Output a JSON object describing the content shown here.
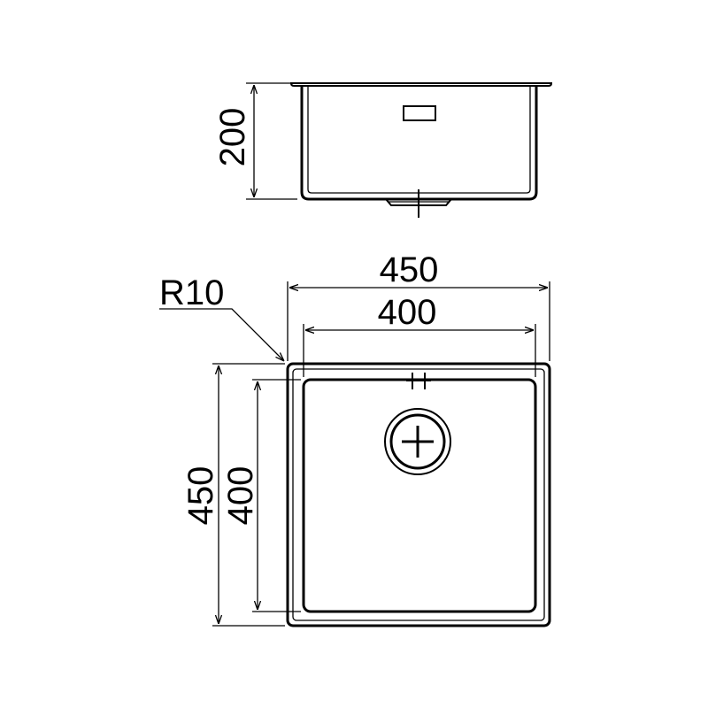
{
  "dimensions": {
    "side_height": "200",
    "outer_width": "450",
    "inner_width": "400",
    "outer_height": "450",
    "inner_height": "400",
    "corner_radius": "R10"
  },
  "colors": {
    "line": "#000000",
    "background": "#ffffff"
  }
}
